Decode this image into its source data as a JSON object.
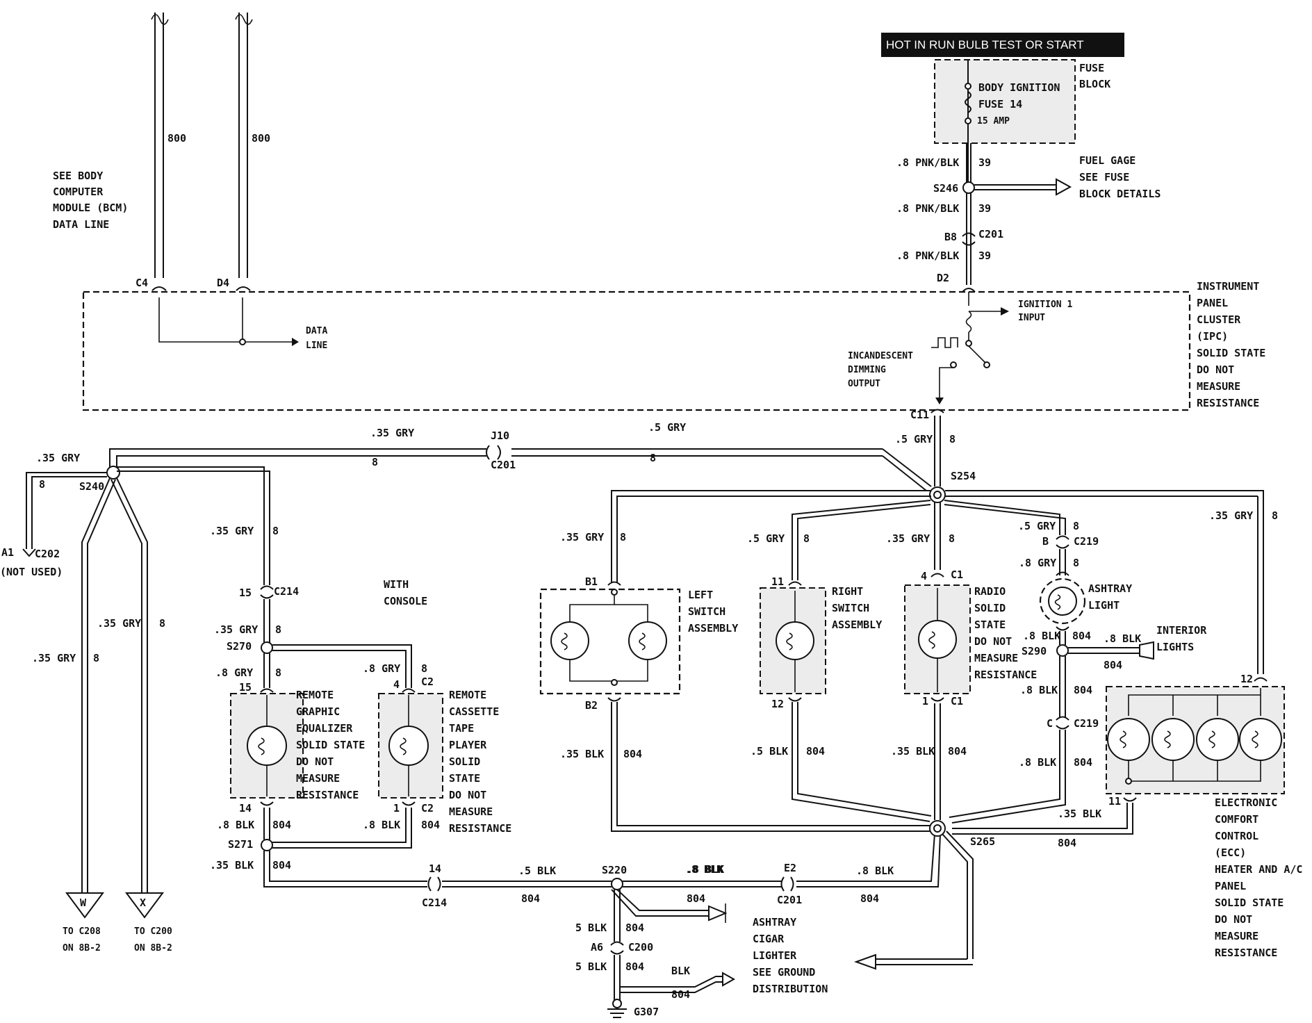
{
  "header": {
    "banner": "HOT IN RUN BULB TEST  OR START"
  },
  "fuse_block": {
    "title": "FUSE BLOCK",
    "fuse_name": "BODY IGNITION FUSE 14",
    "fuse_rating": "15 AMP"
  },
  "fuel_gage": "FUEL GAGE SEE FUSE BLOCK DETAILS",
  "bcm_note": "SEE BODY COMPUTER MODULE (BCM) DATA LINE",
  "data_line": "DATA LINE",
  "ipc": {
    "title": "INSTRUMENT PANEL CLUSTER",
    "lines": [
      "(IPC)",
      "SOLID STATE",
      "DO NOT",
      "MEASURE",
      "RESISTANCE"
    ],
    "ignition_input": "IGNITION 1 INPUT",
    "dimming_output": "INCANDESCENT DIMMING OUTPUT"
  },
  "wires": {
    "w800": "800",
    "pnk": ".8 PNK/BLK",
    "n39": "39",
    "gry35": ".35 GRY",
    "gry5": ".5 GRY",
    "gry8": ".8 GRY",
    "n8": "8",
    "blk35": ".35 BLK",
    "blk5": ".5 BLK",
    "blk8": ".8 BLK",
    "blk5b": "5 BLK",
    "blk": "BLK",
    "n804": "804"
  },
  "connectors": {
    "c4": "C4",
    "d4": "D4",
    "d2": "D2",
    "b8": "B8",
    "c201": "C201",
    "s246": "S246",
    "c11": "C11",
    "j10": "J10",
    "s240": "S240",
    "s254": "S254",
    "a1": "A1",
    "c202": "C202",
    "not_used": "(NOT USED)",
    "c214": "C214",
    "s270": "S270",
    "s271": "S271",
    "c2": "C2",
    "n15": "15",
    "n14": "14",
    "n4": "4",
    "n1": "1",
    "b1": "B1",
    "b2": "B2",
    "n11": "11",
    "n12": "12",
    "c1": "C1",
    "b": "B",
    "c219": "C219",
    "s290": "S290",
    "c": "C",
    "s265": "S265",
    "s220": "S220",
    "e2": "E2",
    "a6": "A6",
    "c200": "C200",
    "g307": "G307"
  },
  "components": {
    "with_console": "WITH CONSOLE",
    "remote_eq": [
      "REMOTE",
      "GRAPHIC",
      "EQUALIZER",
      "SOLID STATE",
      "DO NOT",
      "MEASURE",
      "RESISTANCE"
    ],
    "remote_tape": [
      "REMOTE",
      "CASSETTE",
      "TAPE",
      "PLAYER",
      "SOLID",
      "STATE",
      "DO NOT",
      "MEASURE",
      "RESISTANCE"
    ],
    "left_switch": [
      "LEFT",
      "SWITCH",
      "ASSEMBLY"
    ],
    "right_switch": [
      "RIGHT",
      "SWITCH",
      "ASSEMBLY"
    ],
    "radio": [
      "RADIO",
      "SOLID",
      "STATE",
      "DO NOT",
      "MEASURE",
      "RESISTANCE"
    ],
    "ashtray_light": [
      "ASHTRAY",
      "LIGHT"
    ],
    "interior_lights": [
      "INTERIOR",
      "LIGHTS"
    ],
    "ecc": [
      "ELECTRONIC",
      "COMFORT",
      "CONTROL",
      "(ECC)",
      "HEATER AND A/C",
      "PANEL",
      "SOLID STATE",
      "DO NOT",
      "MEASURE",
      "RESISTANCE"
    ],
    "ashtray_cigar": [
      "ASHTRAY",
      "CIGAR",
      "LIGHTER",
      "SEE GROUND",
      "DISTRIBUTION"
    ]
  },
  "offpage": {
    "w": "W",
    "x": "X",
    "to_c208": "TO C208",
    "to_c200": "TO C200",
    "on": "ON 8B-2"
  }
}
